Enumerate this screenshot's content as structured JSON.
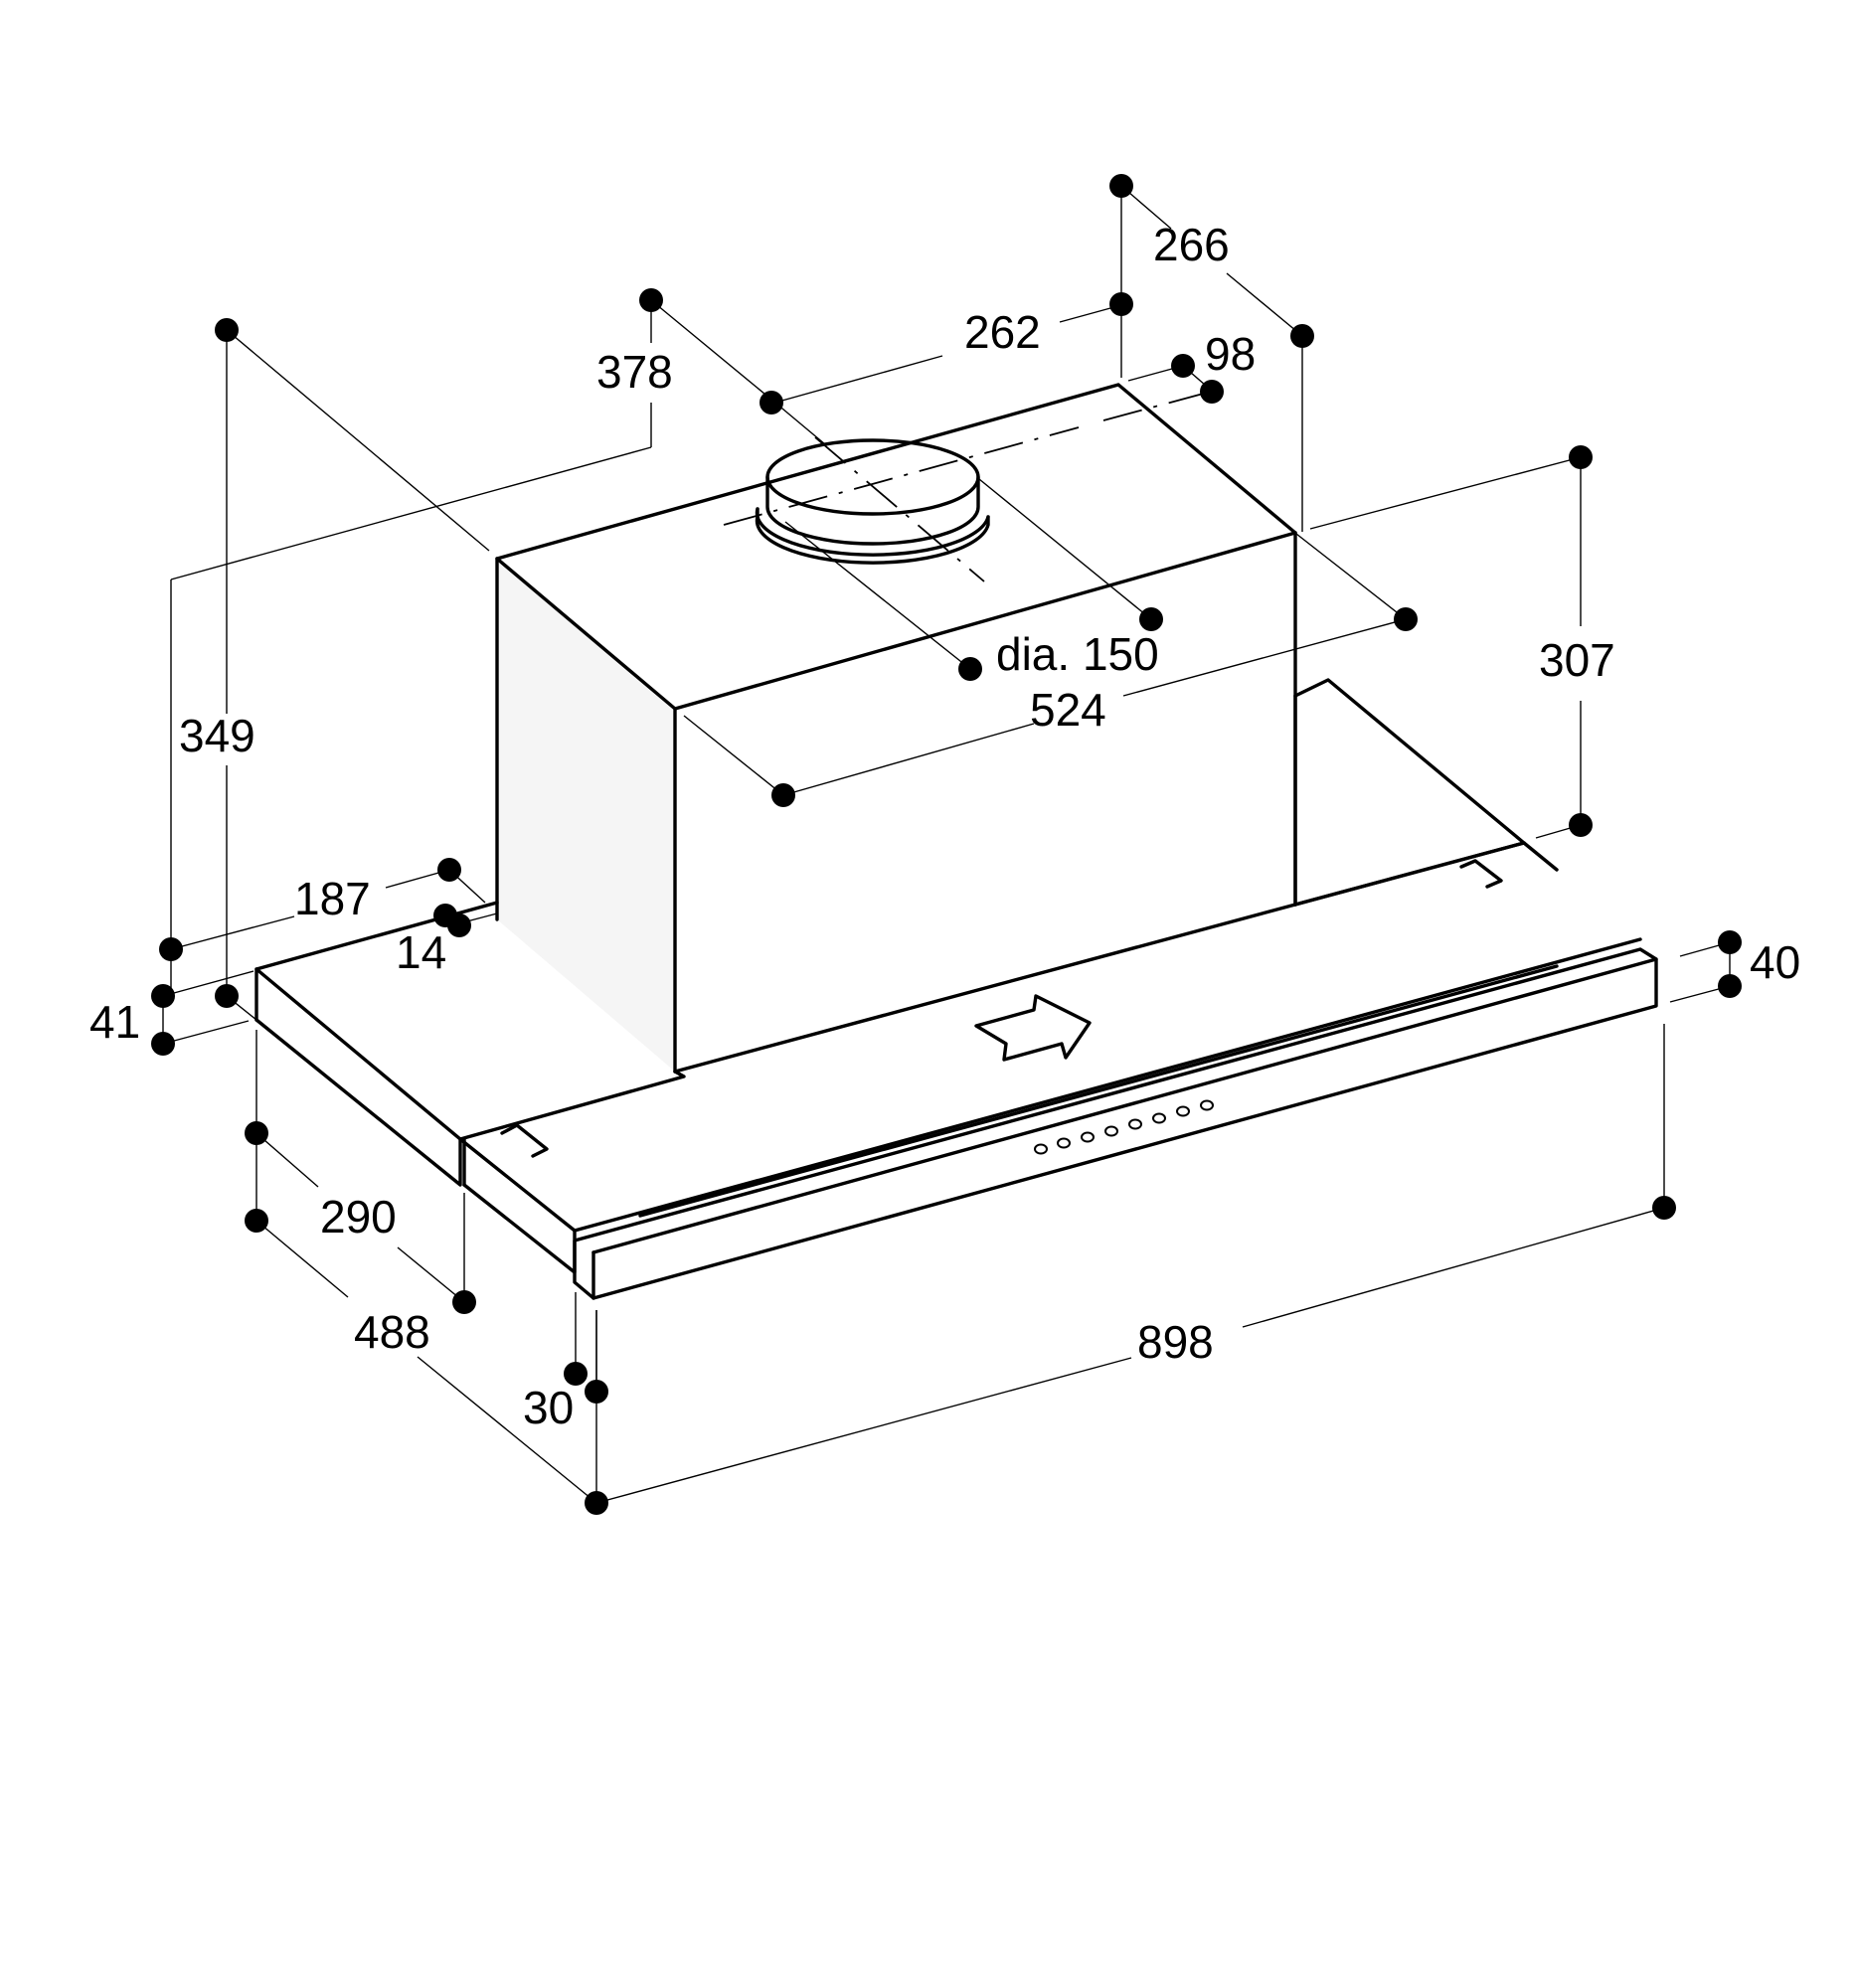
{
  "diagram": {
    "line_color": "#000000",
    "background_color": "#ffffff",
    "dimensions": {
      "d266": "266",
      "d262": "262",
      "d98": "98",
      "d378": "378",
      "d307": "307",
      "d349": "349",
      "dia150": "dia. 150",
      "d524": "524",
      "d187": "187",
      "d14": "14",
      "d40": "40",
      "d41": "41",
      "d290": "290",
      "d488": "488",
      "d898": "898",
      "d30": "30"
    },
    "control_buttons": 8
  }
}
